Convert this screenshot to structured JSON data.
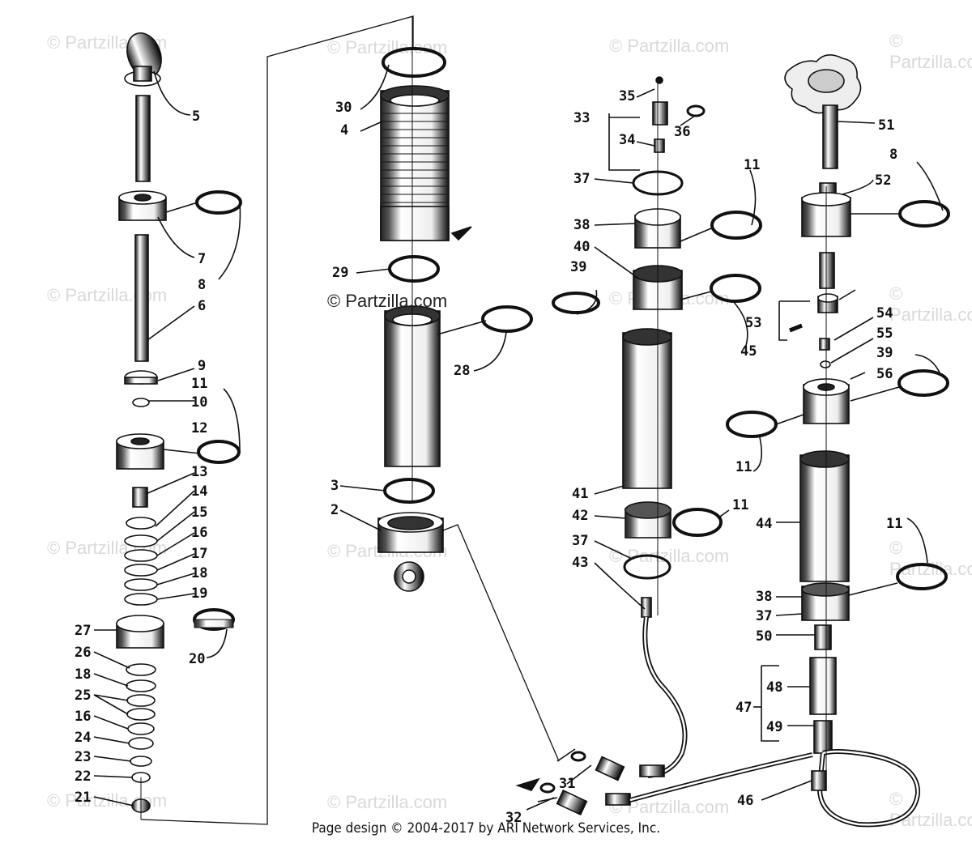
{
  "watermark_text": "© Partzilla.com",
  "inline_watermark": "© Partzilla.com",
  "footer": "Page design © 2004-2017 by ARI Network Services, Inc.",
  "callouts": [
    "5",
    "7",
    "8",
    "6",
    "9",
    "10",
    "11",
    "12",
    "13",
    "14",
    "15",
    "16",
    "17",
    "18",
    "19",
    "27",
    "20",
    "26",
    "18",
    "25",
    "16",
    "24",
    "23",
    "22",
    "21",
    "30",
    "4",
    "29",
    "28",
    "3",
    "2",
    "35",
    "33",
    "36",
    "34",
    "37",
    "11",
    "38",
    "40",
    "39",
    "45",
    "41",
    "42",
    "11",
    "37",
    "43",
    "31",
    "32",
    "51",
    "8",
    "52",
    "53",
    "54",
    "55",
    "39",
    "56",
    "11",
    "44",
    "11",
    "38",
    "37",
    "50",
    "48",
    "47",
    "49",
    "46"
  ],
  "colors": {
    "ink": "#111111",
    "watermark": "#d9d9d9",
    "background": "#ffffff"
  }
}
